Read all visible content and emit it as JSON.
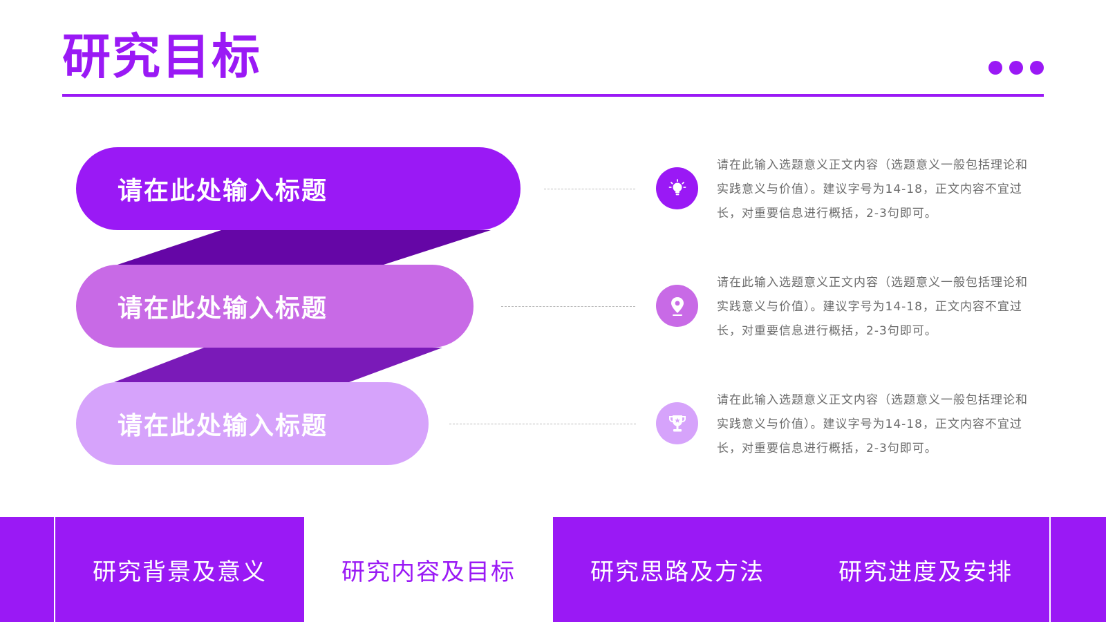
{
  "slide": {
    "title": "研究目标",
    "accent_color": "#9a19f5"
  },
  "items": [
    {
      "heading": "请在此处输入标题",
      "icon": "lightbulb-icon",
      "color": "#9a19f5",
      "text": "请在此输入选题意义正文内容（选题意义一般包括理论和实践意义与价值）。建议字号为14-18，正文内容不宜过长，对重要信息进行概括，2-3句即可。"
    },
    {
      "heading": "请在此处输入标题",
      "icon": "location-pin-icon",
      "color": "#c86ae6",
      "text": "请在此输入选题意义正文内容（选题意义一般包括理论和实践意义与价值）。建议字号为14-18，正文内容不宜过长，对重要信息进行概括，2-3句即可。"
    },
    {
      "heading": "请在此处输入标题",
      "icon": "trophy-icon",
      "color": "#d6a3fb",
      "text": "请在此输入选题意义正文内容（选题意义一般包括理论和实践意义与价值）。建议字号为14-18，正文内容不宜过长，对重要信息进行概括，2-3句即可。"
    }
  ],
  "nav": {
    "tabs": [
      {
        "label": "研究背景及意义",
        "active": false
      },
      {
        "label": "研究内容及目标",
        "active": true
      },
      {
        "label": "研究思路及方法",
        "active": false
      },
      {
        "label": "研究进度及安排",
        "active": false
      }
    ]
  }
}
